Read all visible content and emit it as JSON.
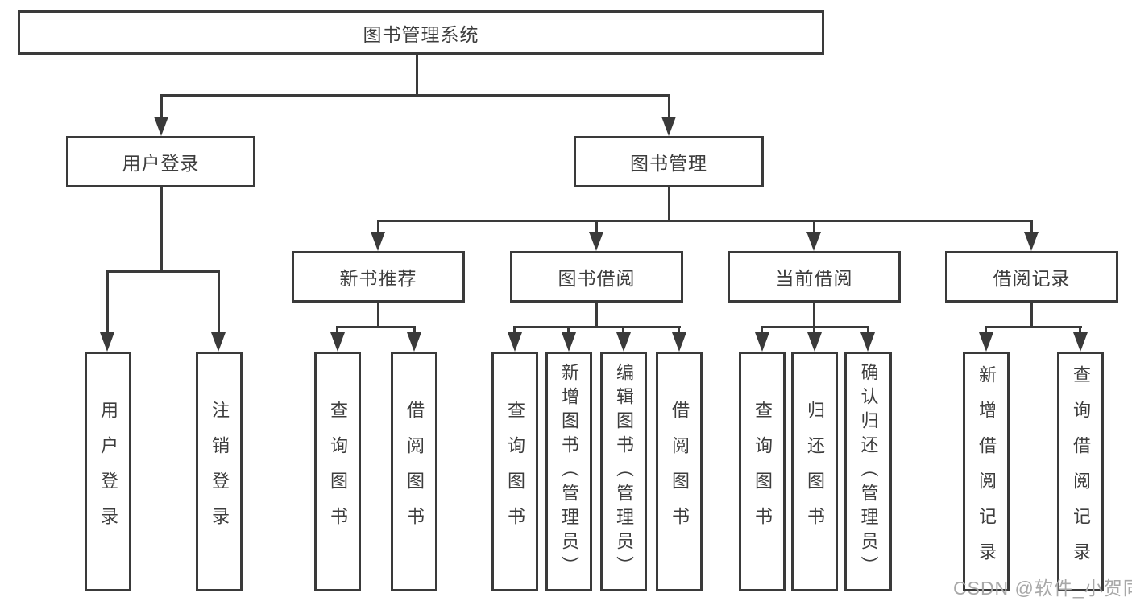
{
  "diagram": {
    "root": {
      "label": "图书管理系统"
    },
    "level1": [
      {
        "label": "用户登录"
      },
      {
        "label": "图书管理"
      }
    ],
    "level2": [
      {
        "label": "新书推荐"
      },
      {
        "label": "图书借阅"
      },
      {
        "label": "当前借阅"
      },
      {
        "label": "借阅记录"
      }
    ],
    "leaves": {
      "user_login": [
        "用户登录",
        "注销登录"
      ],
      "new_book": [
        "查询图书",
        "借阅图书"
      ],
      "book_borrow": [
        "查询图书",
        "新增图书（管理员）",
        "编辑图书（管理员）",
        "借阅图书"
      ],
      "current_borrow": [
        "查询图书",
        "归还图书",
        "确认归还（管理员）"
      ],
      "borrow_record": [
        "新增借阅记录",
        "查询借阅记录"
      ]
    }
  },
  "watermark": {
    "text": "CSDN @软件_小贺同学"
  },
  "colors": {
    "line": "#3a3a3a",
    "text": "#3d3d3d",
    "watermark": "#a8a8a8",
    "background": "#ffffff"
  }
}
